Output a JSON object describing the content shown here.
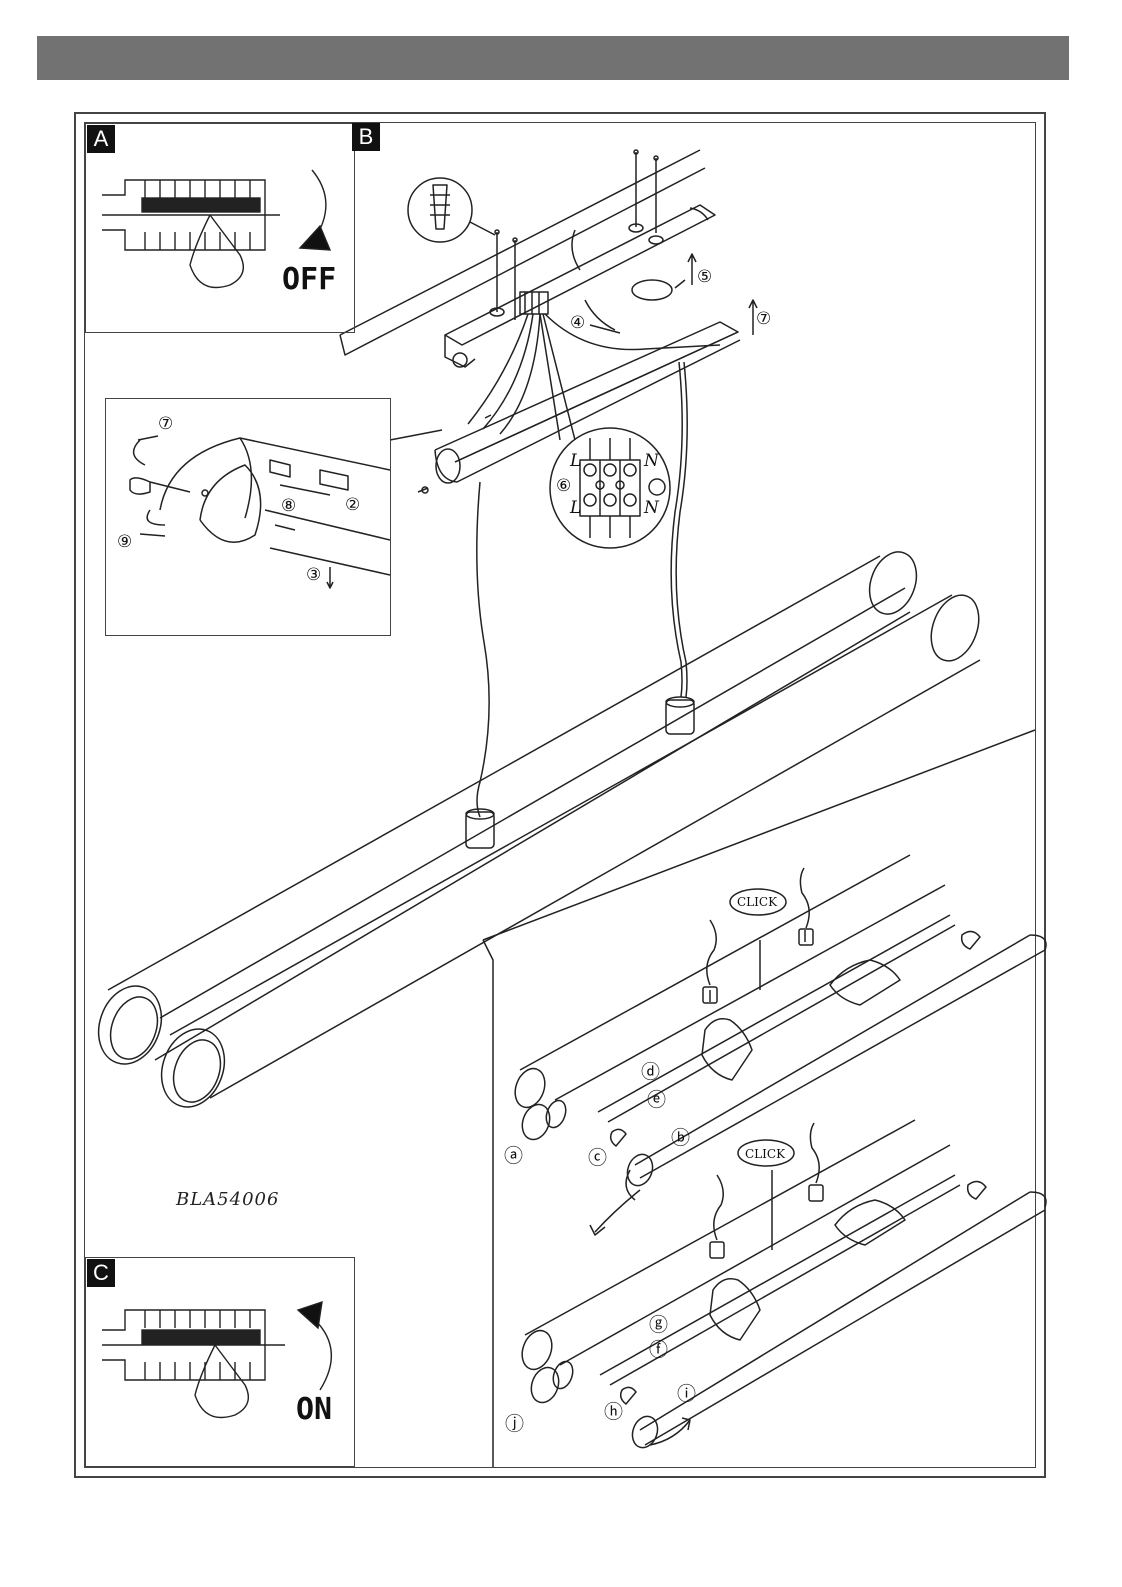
{
  "panels": {
    "a": {
      "tag": "A",
      "switch_label": "OFF"
    },
    "b": {
      "tag": "B"
    },
    "c": {
      "tag": "C",
      "switch_label": "ON"
    }
  },
  "model": "BLA54006",
  "steps": {
    "s1": "⑦",
    "s2": "②",
    "s3": "③",
    "s4": "④",
    "s5": "⑤",
    "s6": "⑥",
    "s7": "⑦",
    "s8": "⑧",
    "s9": "⑨",
    "a": "ⓐ",
    "b": "ⓑ",
    "c": "ⓒ",
    "d": "ⓓ",
    "e": "ⓔ",
    "f": "ⓕ",
    "g": "ⓖ",
    "h": "ⓗ",
    "i": "ⓘ",
    "j": "ⓙ"
  },
  "terminal": {
    "l_top": "L",
    "n_top": "N",
    "l_bottom": "L",
    "n_bottom": "N"
  },
  "click": {
    "upper": "CLICK",
    "lower": "CLICK"
  },
  "colors": {
    "bar": "#727272",
    "ink": "#222222"
  }
}
